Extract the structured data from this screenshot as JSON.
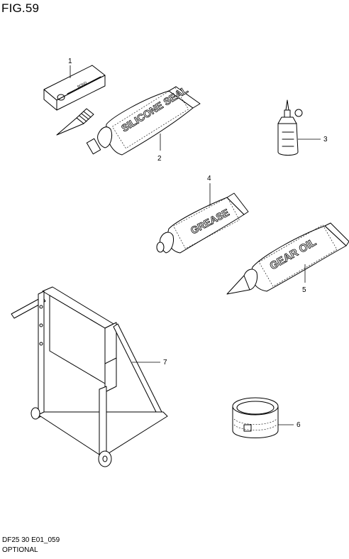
{
  "figure": {
    "title": "FIG.59"
  },
  "footer": {
    "code": "DF25 30 E01_059",
    "category": "OPTIONAL"
  },
  "parts": [
    {
      "ref": "1",
      "item": "bond-package-and-nozzle",
      "label_text": "BOND"
    },
    {
      "ref": "2",
      "item": "silicone-seal-tube",
      "label_text": "SILICONE SEAL"
    },
    {
      "ref": "3",
      "item": "oil-bottle",
      "label_text": ""
    },
    {
      "ref": "4",
      "item": "grease-tube",
      "label_text": "GREASE"
    },
    {
      "ref": "5",
      "item": "gear-oil-tube",
      "label_text": "GEAR OIL"
    },
    {
      "ref": "6",
      "item": "grease-tin",
      "label_text": ""
    },
    {
      "ref": "7",
      "item": "engine-stand",
      "label_text": ""
    }
  ]
}
